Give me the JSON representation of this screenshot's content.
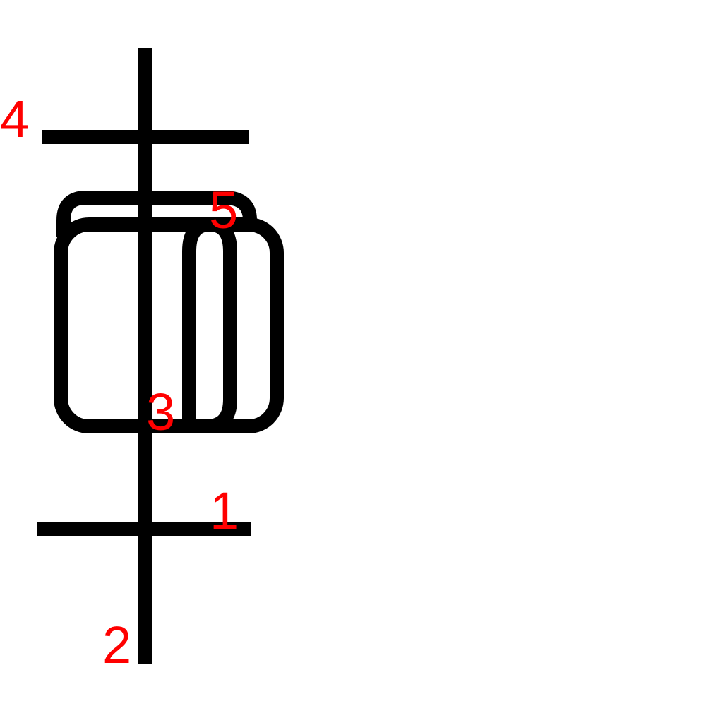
{
  "colors": {
    "background": "#ffffff",
    "stroke": "#000000",
    "label": "#ff0000"
  },
  "labels": {
    "one": "1",
    "two": "2",
    "three": "3",
    "four": "4",
    "five": "5"
  }
}
